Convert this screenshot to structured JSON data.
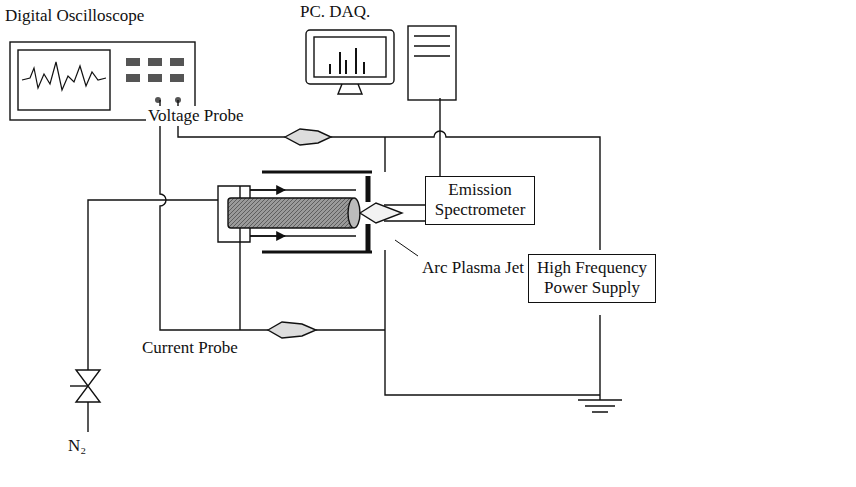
{
  "diagram": {
    "nodes": [
      {
        "text": [
          "Digital Oscilloscope"
        ]
      },
      {
        "text": [
          "PC. DAQ."
        ]
      },
      {
        "text": [
          "Emission Spectrometer"
        ]
      },
      {
        "text": [
          "High Frequency Power Supply"
        ]
      }
    ],
    "edges": [
      {
        "from": 1,
        "to": 2,
        "arrow": "none"
      }
    ],
    "labels": [
      "Voltage Probe",
      "Current Probe",
      "N₂",
      "Arc Plasma Jet"
    ]
  }
}
